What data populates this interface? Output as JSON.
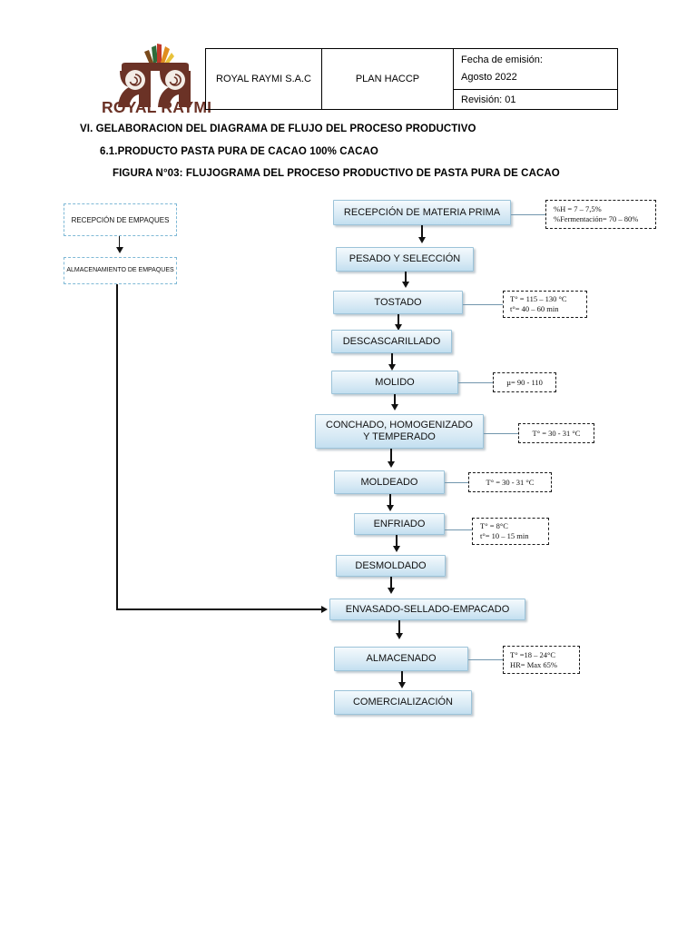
{
  "document": {
    "company_logo_text": "ROYAL RAYMI",
    "header_table": {
      "company": "ROYAL RAYMI S.A.C",
      "plan": "PLAN HACCP",
      "emission_label": "Fecha de emisión:",
      "emission_date": "Agosto 2022",
      "revision": "Revisión: 01"
    },
    "titles": {
      "line1": "VI. GELABORACION DEL DIAGRAMA DE FLUJO DEL PROCESO PRODUCTIVO",
      "line2": "6.1.PRODUCTO   PASTA PURA DE CACAO 100% CACAO",
      "line3": "FIGURA N°03: FLUJOGRAMA DEL PROCESO PRODUCTIVO DE PASTA PURA DE CACAO"
    }
  },
  "flowchart": {
    "type": "process-flow-diagram",
    "side_branch": [
      {
        "id": "recepcion-empaques",
        "label": "RECEPCIÓN DE EMPAQUES"
      },
      {
        "id": "almacenamiento-empaques",
        "label": "ALMACENAMIENTO DE EMPAQUES"
      }
    ],
    "main_steps": [
      {
        "id": "recepcion-materia-prima",
        "label": "RECEPCIÓN DE MATERIA PRIMA"
      },
      {
        "id": "pesado-seleccion",
        "label": "PESADO Y SELECCIÓN"
      },
      {
        "id": "tostado",
        "label": "TOSTADO"
      },
      {
        "id": "descascarillado",
        "label": "DESCASCARILLADO"
      },
      {
        "id": "molido",
        "label": "MOLIDO"
      },
      {
        "id": "conchado",
        "label": "CONCHADO, HOMOGENIZADO Y TEMPERADO"
      },
      {
        "id": "moldeado",
        "label": "MOLDEADO"
      },
      {
        "id": "enfriado",
        "label": "ENFRIADO"
      },
      {
        "id": "desmoldado",
        "label": "DESMOLDADO"
      },
      {
        "id": "envasado",
        "label": "ENVASADO-SELLADO-EMPACADO"
      },
      {
        "id": "almacenado",
        "label": "ALMACENADO"
      },
      {
        "id": "comercializacion",
        "label": "COMERCIALIZACIÓN"
      }
    ],
    "conchado_line1": "CONCHADO, HOMOGENIZADO",
    "conchado_line2": "Y TEMPERADO",
    "annotations": [
      {
        "id": "note-recepcion",
        "for": "recepcion-materia-prima",
        "line1": "%H = 7 – 7,5%",
        "line2": "%Fermentación= 70 – 80%"
      },
      {
        "id": "note-tostado",
        "for": "tostado",
        "line1": "T° = 115 – 130 °C",
        "line2": "t°= 40 – 60 min"
      },
      {
        "id": "note-molido",
        "for": "molido",
        "line1": "µ= 90 - 110",
        "line2": ""
      },
      {
        "id": "note-conchado",
        "for": "conchado",
        "line1": "T° = 30 - 31 °C",
        "line2": ""
      },
      {
        "id": "note-moldeado",
        "for": "moldeado",
        "line1": "T° = 30 - 31 °C",
        "line2": ""
      },
      {
        "id": "note-enfriado",
        "for": "enfriado",
        "line1": "T° = 8°C",
        "line2": "t°= 10 – 15 min"
      },
      {
        "id": "note-almacenado",
        "for": "almacenado",
        "line1": "T° =18 – 24°C",
        "line2": "HR=  Max 65%"
      }
    ]
  },
  "colors": {
    "node_fill_top": "#f4fafd",
    "node_fill_bottom": "#c3dff0",
    "node_border": "#9cc3d9",
    "sidebox_border": "#7fb9d6",
    "note_border": "#1a1a1a",
    "logo_brown": "#6b3226",
    "connector": "#111111"
  }
}
